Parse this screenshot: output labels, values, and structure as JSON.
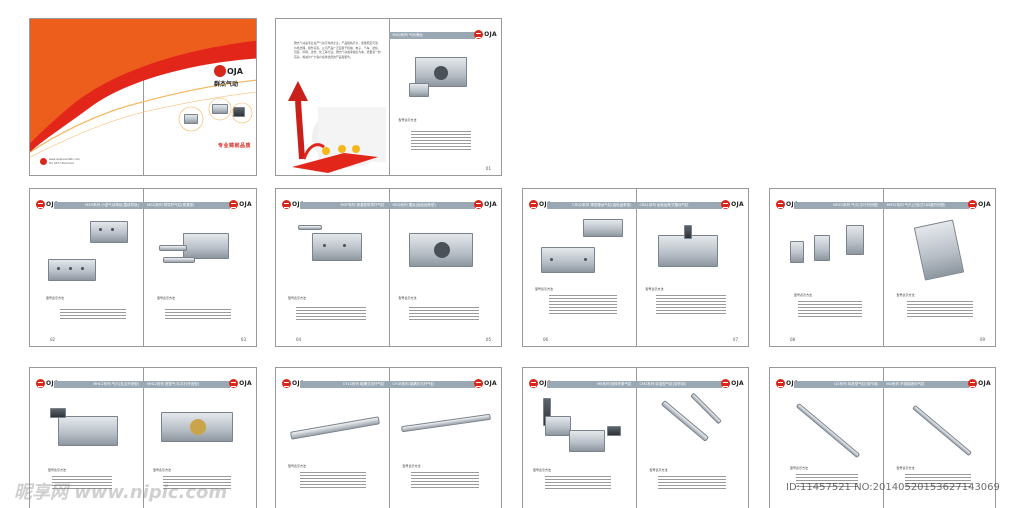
{
  "brand": {
    "logo_text": "OJA",
    "cn_name": "群杰气动",
    "slogan": "专业铸就品质"
  },
  "colors": {
    "cover_red": "#e2261a",
    "cover_orange": "#f58a1f",
    "header_gray": "#9aa8b4",
    "logo_red": "#d8261b"
  },
  "cover_footer": [
    "www.ojapneumatic.com",
    "Tel: 0577-6xxxxxxx"
  ],
  "intro_text": "群杰气动是专业生产气动元件的企业，产品规格齐全，质量稳定可靠，价格合理，服务完善。公司产品广泛应用于机械、电子、汽车、纺织、包装、印刷、冶金、化工等行业。群杰气动秉承诚信为本、质量第一的宗旨，竭诚为广大客户提供优质的产品和服务。",
  "spreads": [
    {
      "left_title": "",
      "right_title": "MXQ系列 气动滑台",
      "left_num": "",
      "right_num": "01"
    },
    {
      "left_title": "MXH系列 小型气动滑台(直线导轨)",
      "right_title": "MGQ系列 带导杆气缸(紧凑型)",
      "left_num": "02",
      "right_num": "03"
    },
    {
      "left_title": "MGP系列 紧凑型带导杆气缸",
      "right_title": "MSQ系列 摆台(齿轮齿条型)",
      "left_num": "04",
      "right_num": "05"
    },
    {
      "left_title": "CRQ2系列 薄型摆动气缸(齿轮齿条型)",
      "right_title": "CRA1系列 齿轮齿条式摆动气缸",
      "left_num": "06",
      "right_num": "07"
    },
    {
      "left_title": "MHZ2系列 气爪(平行开闭型)",
      "right_title": "MHY2系列 气爪(凸轮式180度开闭型)",
      "left_num": "08",
      "right_num": "09"
    },
    {
      "left_title": "MHC2系列 气爪(支点开闭型)",
      "right_title": "MHL2系列 宽型气爪(平行开闭型)",
      "left_num": "",
      "right_num": ""
    },
    {
      "left_title": "CY1S系列 磁耦式无杆气缸",
      "right_title": "CY1B系列 磁耦式无杆气缸",
      "left_num": "",
      "right_num": ""
    },
    {
      "left_title": "MK系列 回转夹紧气缸",
      "right_title": "CM2系列 标准型气缸(双作用)",
      "left_num": "",
      "right_num": ""
    },
    {
      "left_title": "CJ2系列 标准型气缸(双作用)",
      "right_title": "MA系列 不锈钢迷你气缸",
      "left_num": "",
      "right_num": ""
    }
  ],
  "order_label": "型号表示方法",
  "watermark": {
    "site": "昵享网 www.nipic.com",
    "id": "ID:11457521 NO:20140520153627143069"
  }
}
